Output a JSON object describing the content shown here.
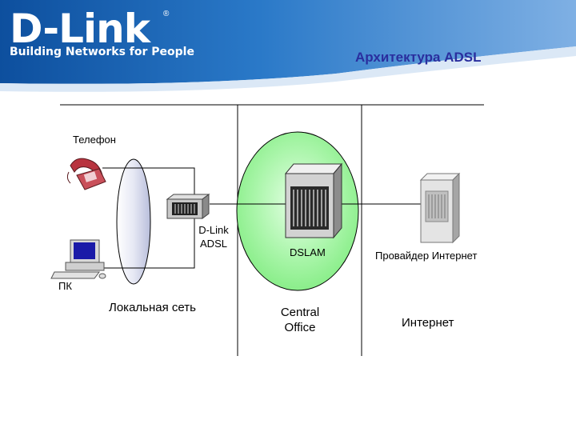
{
  "header": {
    "logo_text": "D-Link",
    "logo_registered": "®",
    "tagline": "Building Networks for People",
    "slide_title": "Архитектура ADSL"
  },
  "diagram": {
    "phone_label": "Телефон",
    "pc_label": "ПК",
    "modem_label_line1": "D-Link",
    "modem_label_line2": "ADSL",
    "dslam_label": "DSLAM",
    "provider_label": "Провайдер Интернет",
    "lan_label": "Локальная сеть",
    "co_label_line1": "Central",
    "co_label_line2": "Office",
    "internet_label": "Интернет"
  },
  "colors": {
    "header_blue": "#1a64b3",
    "header_light": "#8fb8e6",
    "title_color": "#2a2e9e",
    "co_ellipse": "#9ff59f",
    "phone_red": "#c2454f"
  }
}
